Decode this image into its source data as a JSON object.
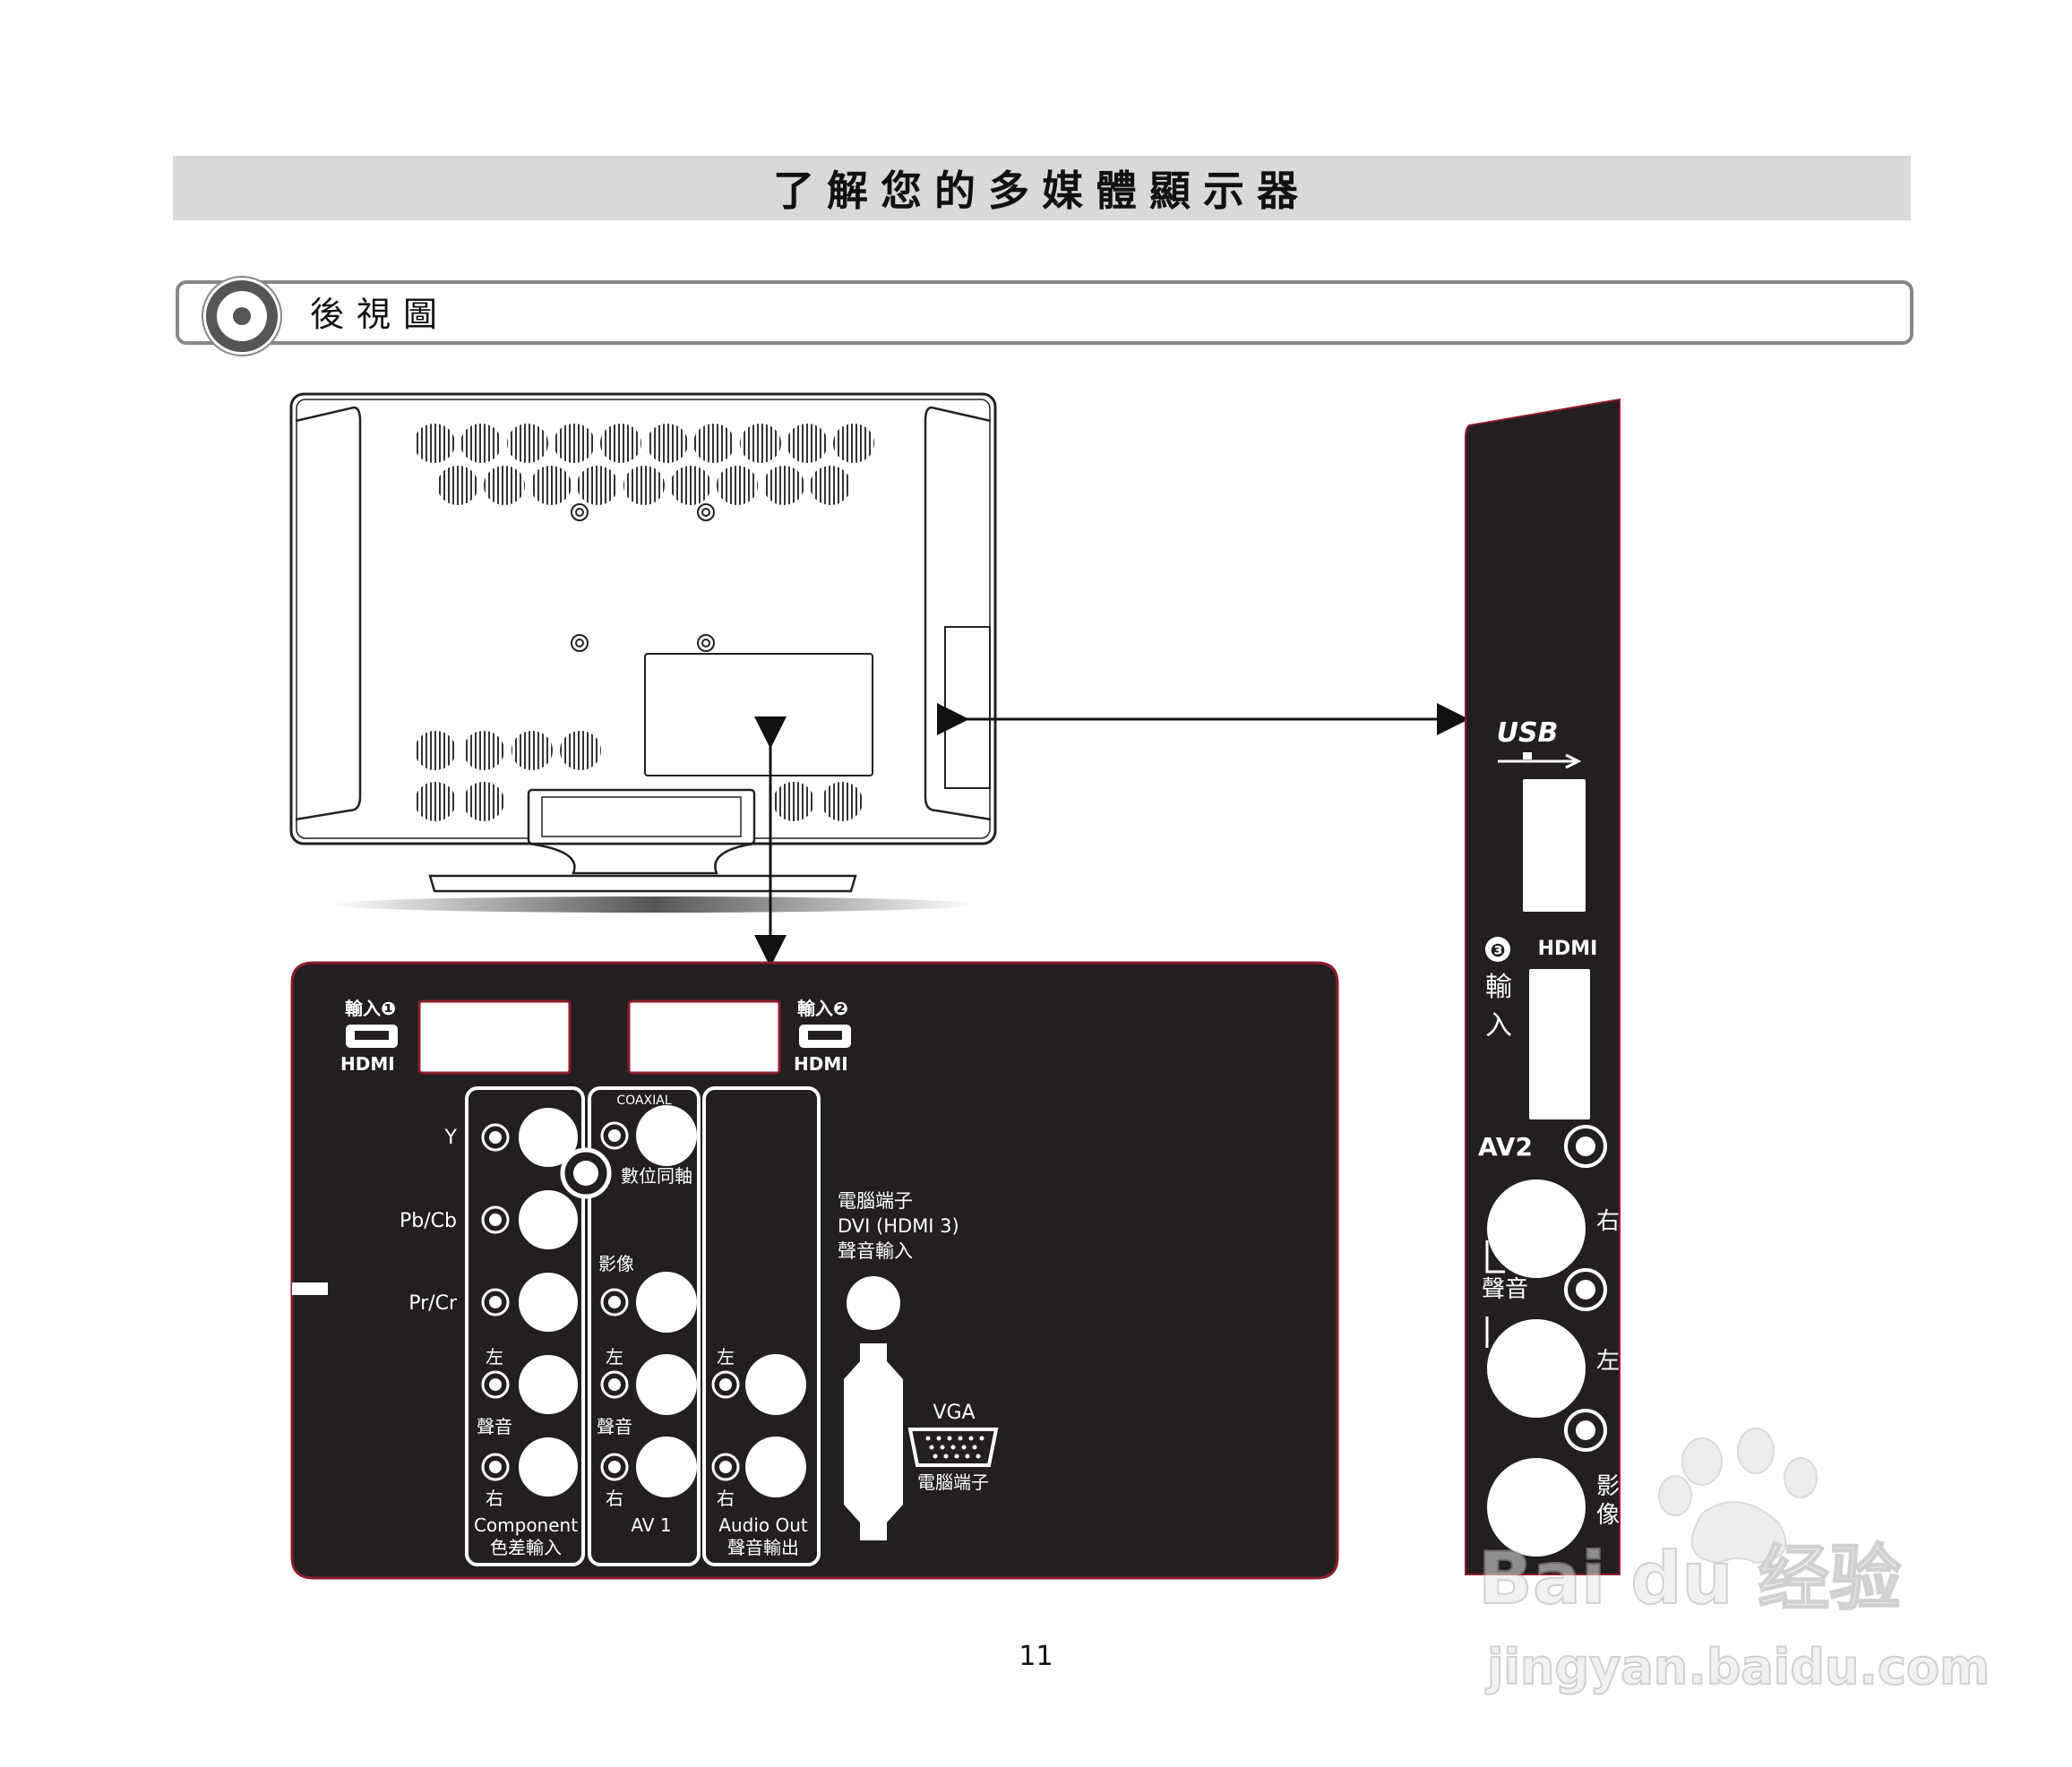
{
  "header": {
    "title": "了解您的多媒體顯示器"
  },
  "section": {
    "title": "後視圖"
  },
  "colors": {
    "header_band": "#d9d9d9",
    "panel": "#231f20",
    "panel_edge": "#8b1c2c",
    "port_white": "#ffffff"
  },
  "back_panel": {
    "hdmi1_label": "輸入❶",
    "hdmi2_label": "輸入❷",
    "hdmi_logo": "HDMI",
    "component": {
      "y": "Y",
      "pb": "Pb/Cb",
      "pr": "Pr/Cr",
      "left": "左",
      "audio": "聲音",
      "right": "右",
      "name": "Component",
      "name_zh": "色差輸入"
    },
    "coaxial": {
      "title": "COAXIAL",
      "label": "數位同軸"
    },
    "av1": {
      "video": "影像",
      "left": "左",
      "audio": "聲音",
      "right": "右",
      "name": "AV 1"
    },
    "audio_out": {
      "left": "左",
      "right": "右",
      "name": "Audio Out",
      "name_zh": "聲音輸出"
    },
    "pc_audio": {
      "line1": "電腦端子",
      "line2": "DVI (HDMI 3)",
      "line3": "聲音輸入"
    },
    "vga": {
      "title": "VGA",
      "label": "電腦端子"
    }
  },
  "side_panel": {
    "usb_label": "USB",
    "hdmi3_label": "❸",
    "hdmi_logo": "HDMI",
    "input_char1": "輸",
    "input_char2": "入",
    "av2": "AV2",
    "right": "右",
    "audio": "聲音",
    "left": "左",
    "video1": "影",
    "video2": "像"
  },
  "watermark": {
    "brand": "Bai du 经验",
    "url": "jingyan.baidu.com"
  },
  "page_number": "11"
}
